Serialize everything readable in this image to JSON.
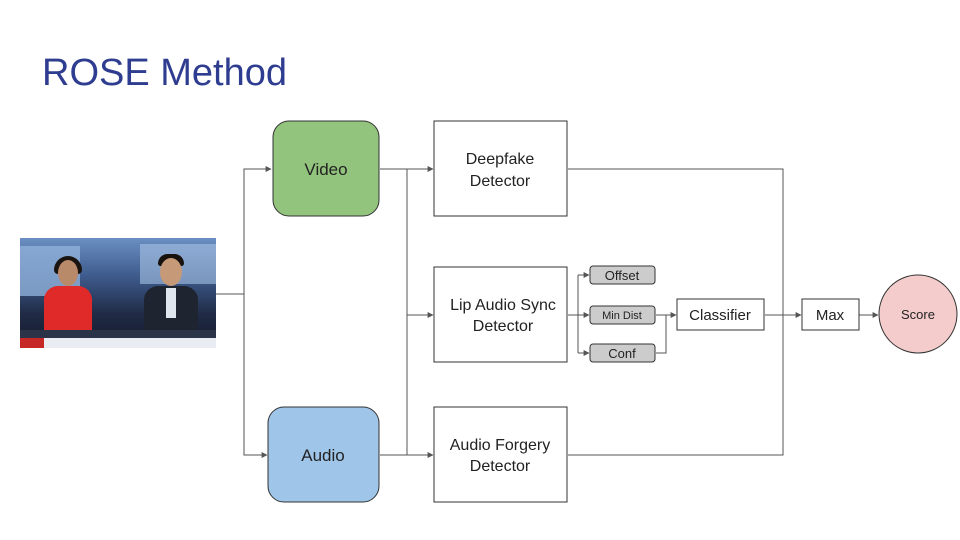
{
  "title": "ROSE Method",
  "nodes": {
    "video": "Video",
    "audio": "Audio",
    "deepfake_l1": "Deepfake",
    "deepfake_l2": "Detector",
    "lipsync_l1": "Lip Audio Sync",
    "lipsync_l2": "Detector",
    "forgery_l1": "Audio Forgery",
    "forgery_l2": "Detector",
    "offset": "Offset",
    "min_dist": "Min Dist",
    "conf": "Conf",
    "classifier": "Classifier",
    "max": "Max",
    "score": "Score"
  },
  "colors": {
    "video_fill": "#93c47d",
    "audio_fill": "#9fc5e8",
    "score_fill": "#f4cccc",
    "feature_fill": "#cccccc",
    "title": "#2e3d8f"
  }
}
